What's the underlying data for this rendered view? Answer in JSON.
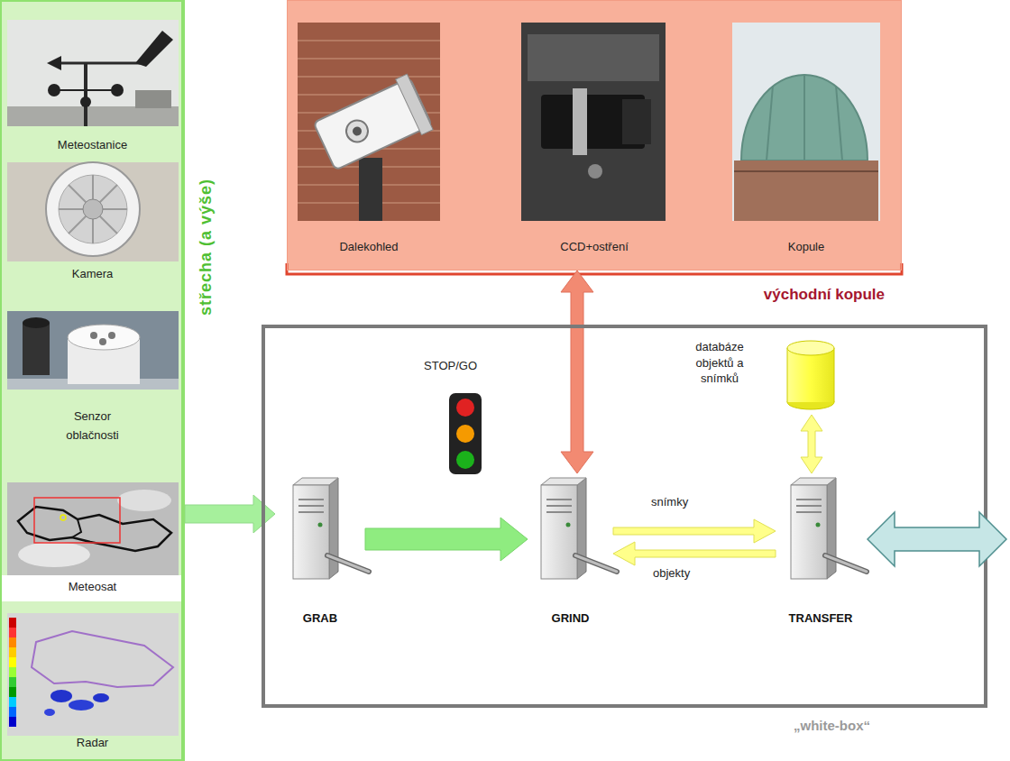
{
  "diagram": {
    "nodes": [
      {
        "text": [
          "střecha (a výše)"
        ]
      },
      {
        "text": [
          "Meteostanice"
        ],
        "in": 0
      },
      {
        "text": [
          "Kamera"
        ],
        "in": 0
      },
      {
        "text": [
          "Senzor oblačnosti"
        ],
        "in": 0
      },
      {
        "text": [
          "Meteosat"
        ],
        "in": 0
      },
      {
        "text": [
          "Radar"
        ],
        "in": 0
      },
      {
        "text": [
          "východní kopule"
        ]
      },
      {
        "text": [
          "Dalekohled"
        ],
        "in": 6
      },
      {
        "text": [
          "CCD+ostření"
        ],
        "in": 6
      },
      {
        "text": [
          "Kopule"
        ],
        "in": 6
      },
      {
        "text": [
          "„white-box“"
        ]
      },
      {
        "text": [
          "GRAB"
        ],
        "in": 10
      },
      {
        "text": [
          "GRIND"
        ],
        "in": 10
      },
      {
        "text": [
          "TRANSFER"
        ],
        "in": 10
      },
      {
        "text": [
          "databáze objektů a snímků"
        ],
        "in": 10
      }
    ],
    "edges": [
      {
        "from": 0,
        "to": 11,
        "arrow": "to"
      },
      {
        "from": 11,
        "to": 12,
        "label": "STOP/GO",
        "arrow": "to"
      },
      {
        "from": 6,
        "to": 12,
        "arrow": "both"
      },
      {
        "from": 12,
        "to": 13,
        "label": "snímky",
        "arrow": "to"
      },
      {
        "from": 13,
        "to": 12,
        "label": "objekty",
        "arrow": "to"
      },
      {
        "from": 13,
        "to": 14,
        "arrow": "both"
      }
    ]
  }
}
